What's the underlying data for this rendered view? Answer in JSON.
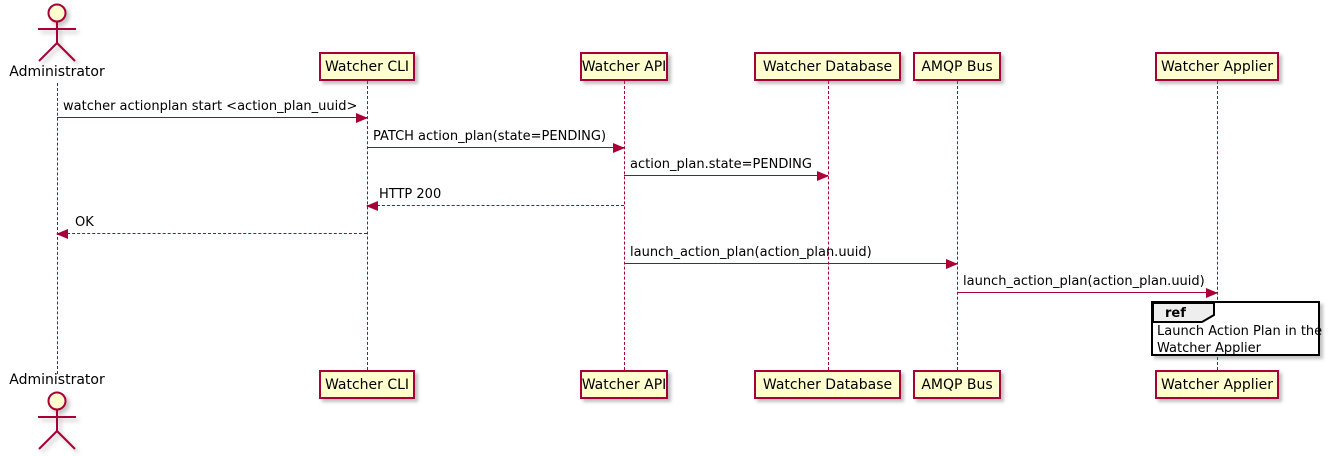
{
  "diagram": {
    "type": "sequence",
    "actor_top": {
      "label": "Administrator"
    },
    "actor_bottom": {
      "label": "Administrator"
    },
    "participants": [
      {
        "name": "Watcher CLI"
      },
      {
        "name": "Watcher API"
      },
      {
        "name": "Watcher Database"
      },
      {
        "name": "AMQP Bus"
      },
      {
        "name": "Watcher Applier"
      }
    ],
    "messages": [
      {
        "from": "Administrator",
        "to": "Watcher CLI",
        "style": "solid",
        "text": "watcher actionplan start <action_plan_uuid>"
      },
      {
        "from": "Watcher CLI",
        "to": "Watcher API",
        "style": "solid",
        "text": "PATCH action_plan(state=PENDING)"
      },
      {
        "from": "Watcher API",
        "to": "Watcher Database",
        "style": "solid",
        "text": "action_plan.state=PENDING"
      },
      {
        "from": "Watcher API",
        "to": "Watcher CLI",
        "style": "dashed",
        "text": "HTTP 200"
      },
      {
        "from": "Watcher CLI",
        "to": "Administrator",
        "style": "dashed",
        "text": "OK"
      },
      {
        "from": "Watcher API",
        "to": "AMQP Bus",
        "style": "solid",
        "text": "launch_action_plan(action_plan.uuid)"
      },
      {
        "from": "AMQP Bus",
        "to": "Watcher Applier",
        "style": "solid",
        "text": "launch_action_plan(action_plan.uuid)"
      }
    ],
    "ref_fragment": {
      "keyword": "ref",
      "over": "Watcher Applier",
      "line1": "Launch Action Plan in the",
      "line2": "Watcher Applier"
    },
    "colors": {
      "participant_fill": "#fefece",
      "participant_border": "#a80036",
      "arrow": "#a80036",
      "lifeline": "#a80036",
      "text": "#000000",
      "ref_border": "#000000",
      "ref_header_fill": "#eeeeee"
    }
  }
}
